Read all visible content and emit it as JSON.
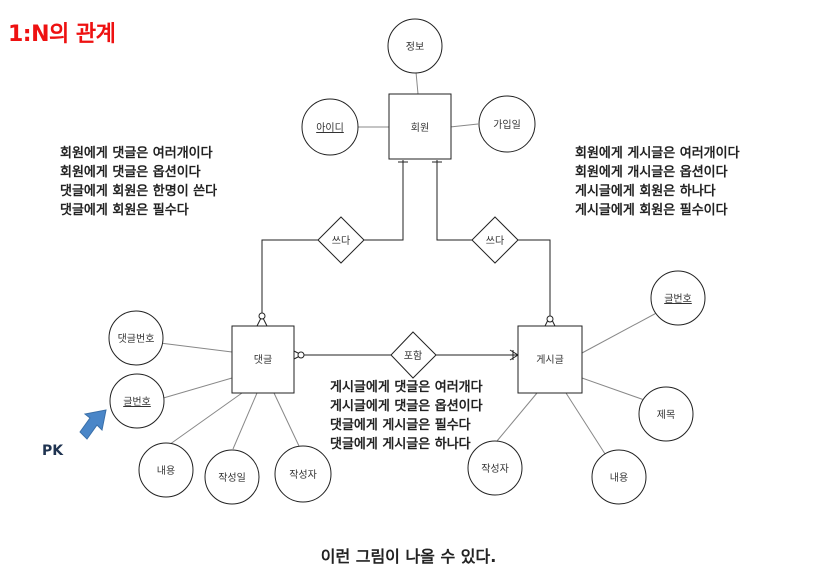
{
  "title": "1:N의 관계",
  "entities": {
    "member": "회원",
    "comment": "댓글",
    "post": "게시글"
  },
  "attributes": {
    "member_info": "정보",
    "member_id": "아이디",
    "member_joindate": "가입일",
    "comment_no": "댓글번호",
    "comment_postno": "글번호",
    "comment_content": "내용",
    "comment_date": "작성일",
    "comment_writer": "작성자",
    "post_no": "글번호",
    "post_title": "제목",
    "post_content": "내용",
    "post_writer": "작성자"
  },
  "relationships": {
    "writes_comment": "쓰다",
    "writes_post": "쓰다",
    "includes": "포함"
  },
  "notes": {
    "comment_member": [
      "회원에게 댓글은 여러개이다",
      "회원에게 댓글은 옵션이다",
      "댓글에게 회원은 한명이 쓴다",
      "댓글에게 회원은 필수다"
    ],
    "post_member": [
      "회원에게 게시글은 여러개이다",
      "회원에게 개시글은 옵션이다",
      "게시글에게 회원은 하나다",
      "게시글에게 회원은 필수이다"
    ],
    "post_comment": [
      "게시글에게 댓글은 여러개다",
      "게시글에게 댓글은 옵션이다",
      "댓글에게 게시글은 필수다",
      "댓글에게 게시글은 하나다"
    ]
  },
  "pk_label": "PK",
  "caption": "이런 그림이 나올 수 있다.",
  "colors": {
    "title": "#ee1111",
    "arrow": "#4a86c8"
  }
}
